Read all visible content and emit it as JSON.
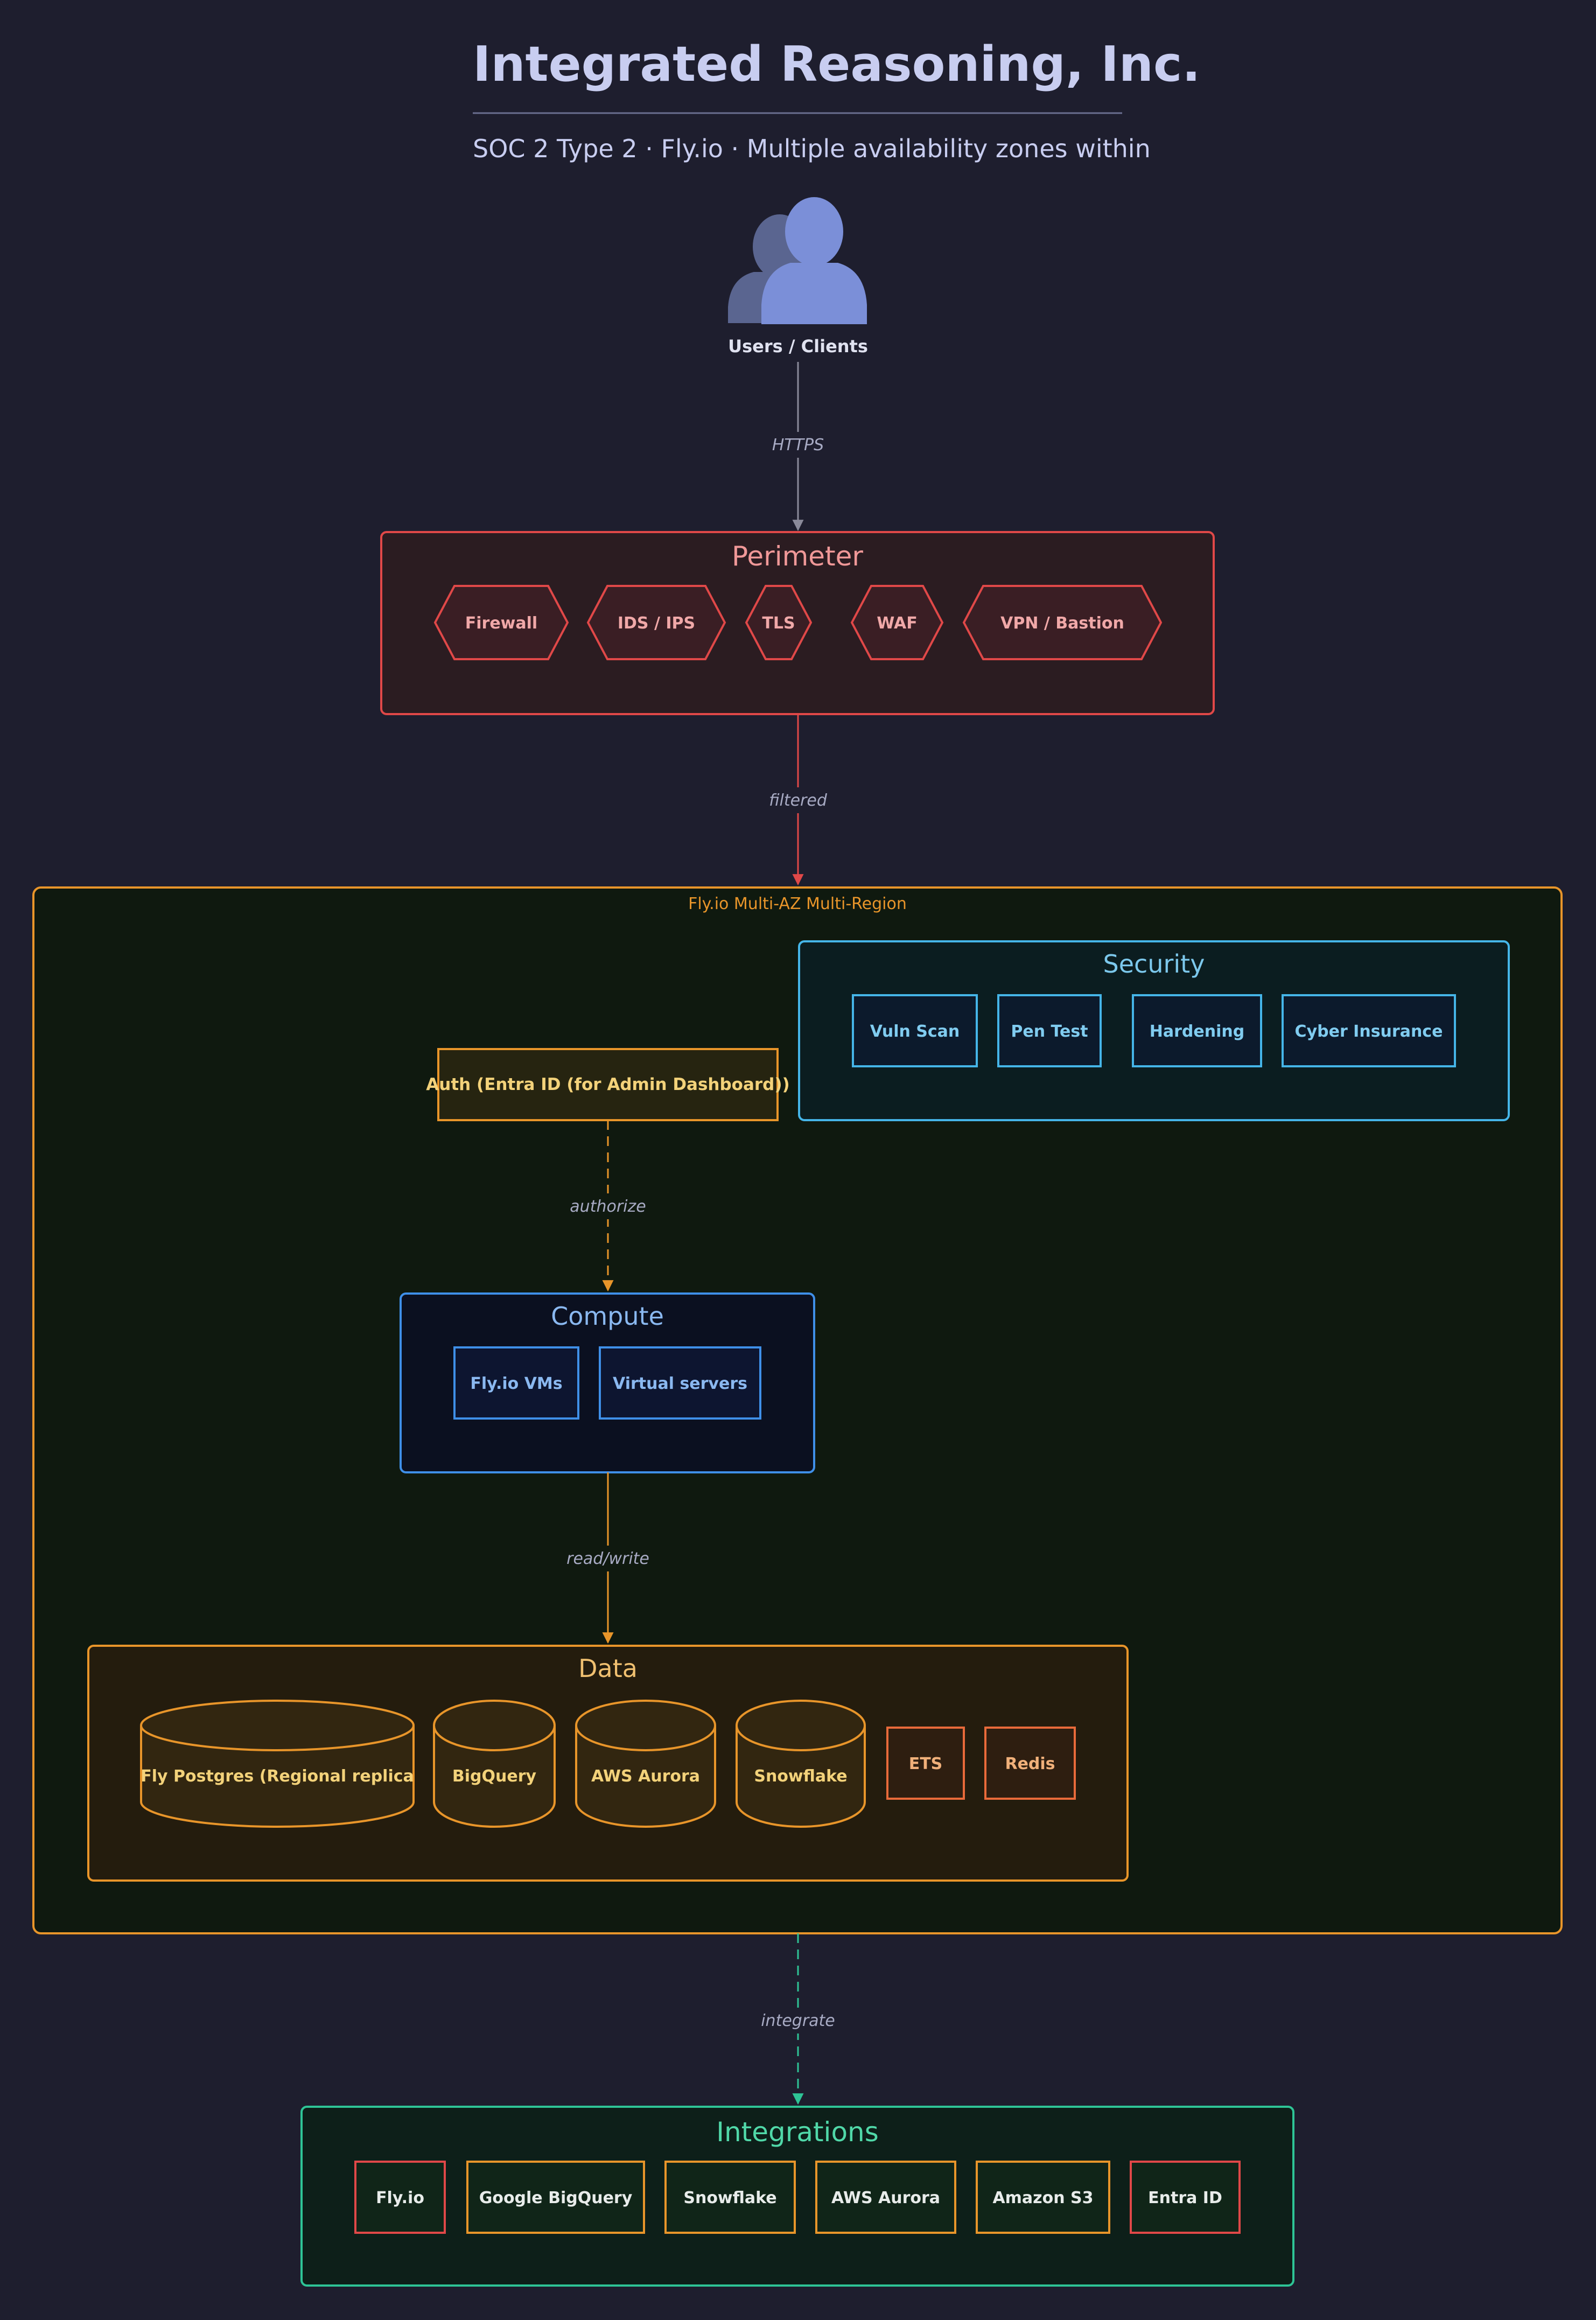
{
  "header": {
    "title": "Integrated Reasoning, Inc.",
    "subtitle": "SOC 2 Type 2 · Fly.io · Multiple availability zones within"
  },
  "users": {
    "label": "Users / Clients",
    "icon": "users-icon"
  },
  "edges": {
    "https": "HTTPS",
    "filtered": "filtered",
    "authorize": "authorize",
    "read_write": "read/write",
    "integrate": "integrate"
  },
  "perimeter": {
    "title": "Perimeter",
    "items": [
      "Firewall",
      "IDS / IPS",
      "TLS",
      "WAF",
      "VPN / Bastion"
    ]
  },
  "region": {
    "label": "Fly.io Multi-AZ Multi-Region"
  },
  "security": {
    "title": "Security",
    "items": [
      "Vuln Scan",
      "Pen Test",
      "Hardening",
      "Cyber Insurance"
    ]
  },
  "auth": {
    "label": "Auth (Entra ID (for Admin Dashboard))"
  },
  "compute": {
    "title": "Compute",
    "items": [
      "Fly.io VMs",
      "Virtual servers"
    ]
  },
  "data": {
    "title": "Data",
    "databases": [
      "Fly Postgres (Regional replica",
      "BigQuery",
      "AWS Aurora",
      "Snowflake"
    ],
    "caches": [
      "ETS",
      "Redis"
    ]
  },
  "integrations": {
    "title": "Integrations",
    "items": [
      "Fly.io",
      "Google BigQuery",
      "Snowflake",
      "AWS Aurora",
      "Amazon S3",
      "Entra ID"
    ]
  },
  "colors": {
    "background": "#1e1e2e",
    "perimeter": "#e04848",
    "region": "#e8952a",
    "security": "#45b5e8",
    "compute": "#3f8fe8",
    "data": "#e8952a",
    "cache": "#e86a3a",
    "integrations": "#2ec496",
    "users": "#7b8fd8",
    "title": "#c8cdf0"
  }
}
